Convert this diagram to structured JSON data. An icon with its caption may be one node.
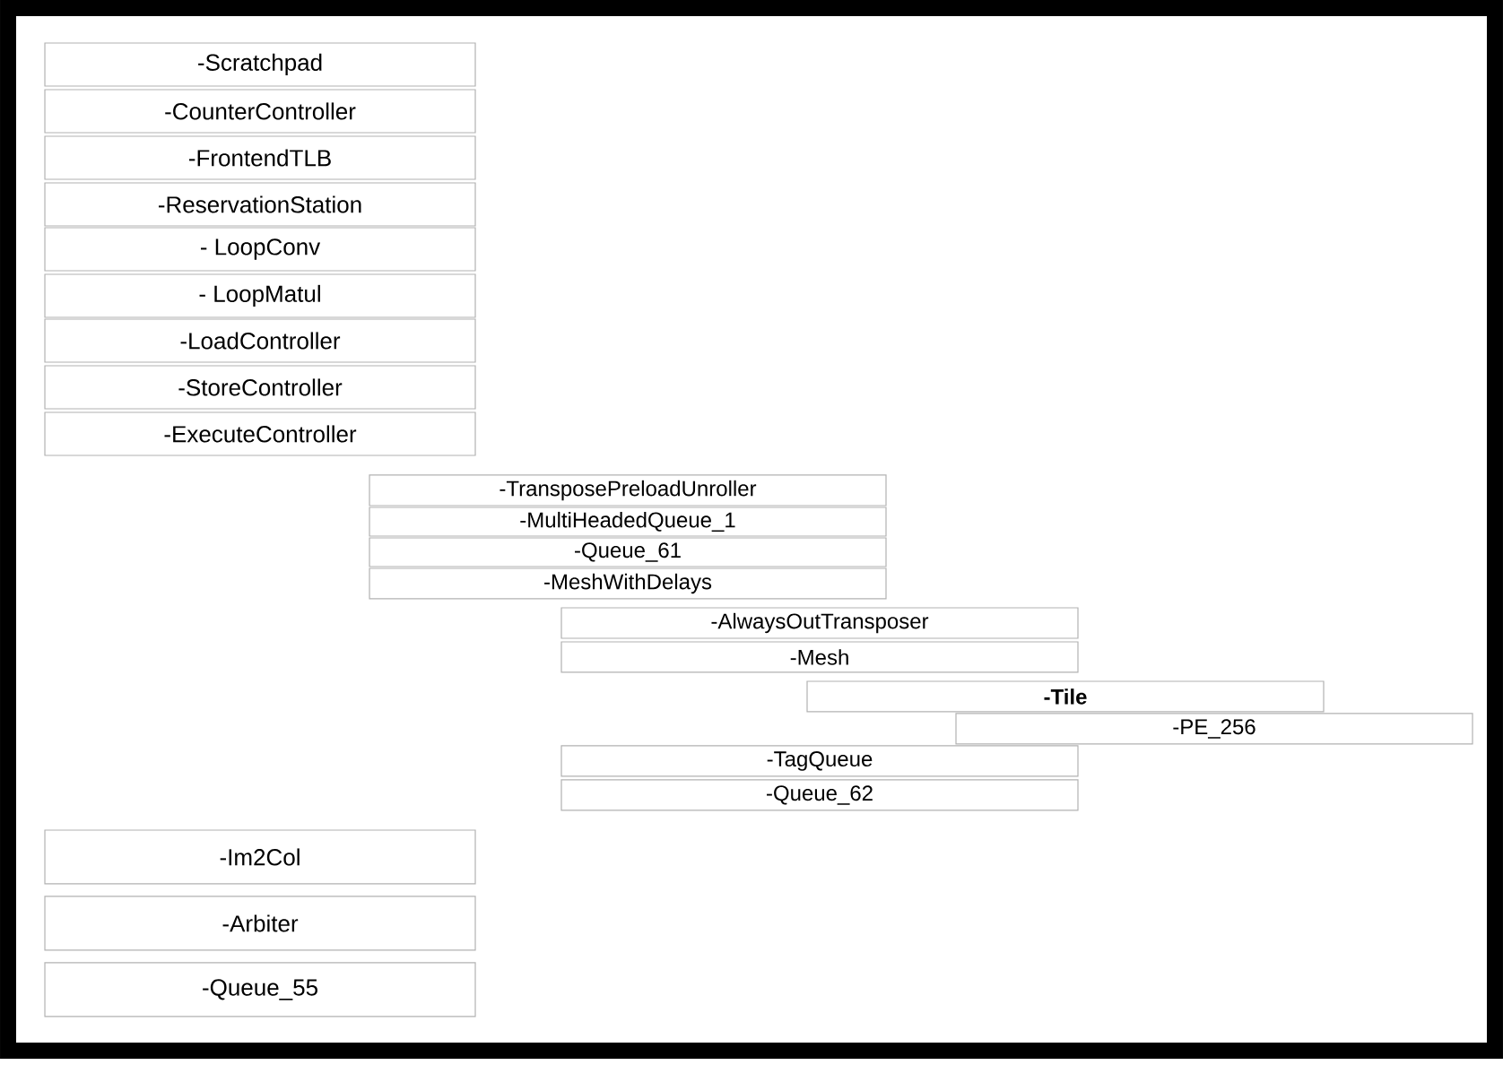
{
  "diagram": {
    "nodes": [
      {
        "text": [
          "-Scratchpad"
        ]
      },
      {
        "text": [
          "-CounterController"
        ]
      },
      {
        "text": [
          "-FrontendTLB"
        ]
      },
      {
        "text": [
          "-ReservationStation"
        ]
      },
      {
        "text": [
          "- LoopConv"
        ]
      },
      {
        "text": [
          "- LoopMatul"
        ]
      },
      {
        "text": [
          "-LoadController"
        ]
      },
      {
        "text": [
          "-StoreController"
        ]
      },
      {
        "text": [
          "-ExecuteController"
        ]
      },
      {
        "text": [
          "-TransposePreloadUnroller"
        ]
      },
      {
        "text": [
          "-MultiHeadedQueue_1"
        ]
      },
      {
        "text": [
          "-Queue_61"
        ]
      },
      {
        "text": [
          "-MeshWithDelays"
        ]
      },
      {
        "text": [
          "-AlwaysOutTransposer"
        ]
      },
      {
        "text": [
          "-Mesh"
        ]
      },
      {
        "text": [
          "-Tile"
        ]
      },
      {
        "text": [
          "-PE_256"
        ]
      },
      {
        "text": [
          "-TagQueue"
        ]
      },
      {
        "text": [
          "-Queue_62"
        ]
      },
      {
        "text": [
          "-Im2Col"
        ]
      },
      {
        "text": [
          "-Arbiter"
        ]
      },
      {
        "text": [
          "-Queue_55"
        ]
      }
    ]
  }
}
